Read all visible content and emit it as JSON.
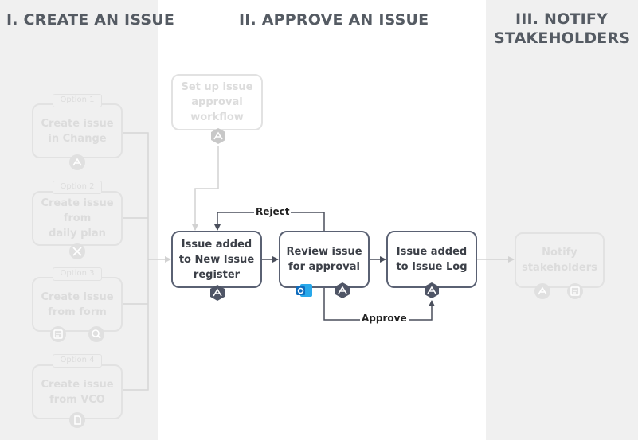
{
  "headings": {
    "create": "I. CREATE AN ISSUE",
    "approve": "II. APPROVE AN ISSUE",
    "notify_line1": "III. NOTIFY",
    "notify_line2": "STAKEHOLDERS"
  },
  "options": [
    {
      "label": "Option 1",
      "lines": [
        "Create issue",
        "in Change"
      ]
    },
    {
      "label": "Option 2",
      "lines": [
        "Create issue",
        "from",
        "daily plan"
      ]
    },
    {
      "label": "Option 3",
      "lines": [
        "Create issue",
        "from form"
      ]
    },
    {
      "label": "Option 4",
      "lines": [
        "Create issue",
        "from VCO"
      ]
    }
  ],
  "approval_setup": {
    "lines": [
      "Set up issue",
      "approval",
      "workflow"
    ]
  },
  "steps": {
    "issue_added_register": {
      "lines": [
        "Issue added",
        "to New Issue",
        "register"
      ]
    },
    "review_issue": {
      "lines": [
        "Review issue",
        "for approval"
      ]
    },
    "issue_added_log": {
      "lines": [
        "Issue added",
        "to Issue Log"
      ]
    },
    "notify": {
      "lines": [
        "Notify",
        "stakeholders"
      ]
    }
  },
  "edges": {
    "reject": "Reject",
    "approve": "Approve"
  },
  "icons": {
    "app_badge": "app-icon",
    "tools_badge": "tools-icon",
    "form_badge": "form-icon",
    "search_badge": "search-icon",
    "vco_badge": "document-icon",
    "outlook_badge": "outlook-icon"
  },
  "colors": {
    "panel_grey": "#f0f0f0",
    "active_border": "#5a6173",
    "faded": "#e2e2e2",
    "outlook_blue": "#0f6cbd"
  }
}
